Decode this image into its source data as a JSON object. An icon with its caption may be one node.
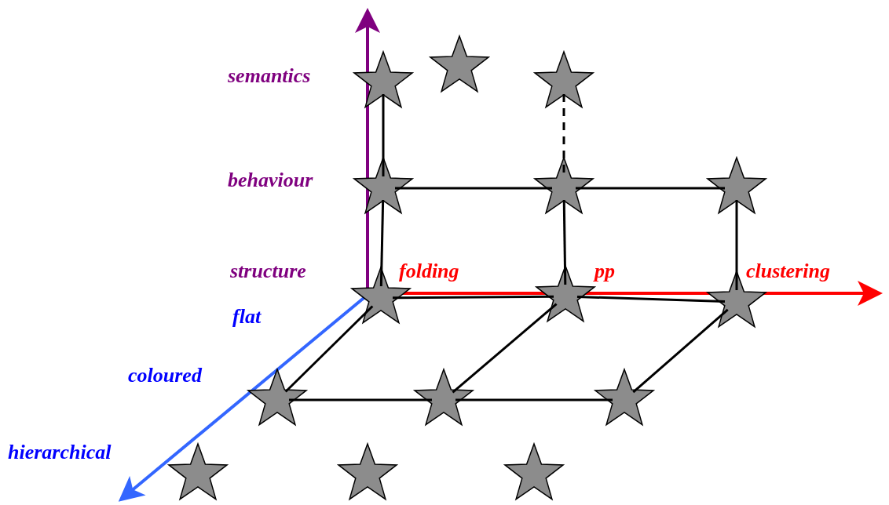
{
  "diagram": {
    "nodes": [
      {
        "text": [],
        "shape": "star"
      },
      {
        "text": [],
        "shape": "star"
      },
      {
        "text": [],
        "shape": "star"
      },
      {
        "text": [],
        "shape": "star"
      },
      {
        "text": [],
        "shape": "star"
      },
      {
        "text": [],
        "shape": "star"
      },
      {
        "text": [],
        "shape": "star"
      },
      {
        "text": [],
        "shape": "star"
      },
      {
        "text": [],
        "shape": "star"
      },
      {
        "text": [],
        "shape": "star"
      },
      {
        "text": [],
        "shape": "star"
      },
      {
        "text": [],
        "shape": "star"
      },
      {
        "text": [],
        "shape": "star"
      },
      {
        "text": [],
        "shape": "star"
      },
      {
        "text": [],
        "shape": "star"
      }
    ],
    "edges": [
      {
        "from": 0,
        "to": 3,
        "arrow": "none"
      },
      {
        "from": 2,
        "to": 4,
        "arrow": "none",
        "style": "dashed"
      },
      {
        "from": 3,
        "to": 4,
        "arrow": "none"
      },
      {
        "from": 4,
        "to": 5,
        "arrow": "none"
      },
      {
        "from": 3,
        "to": 6,
        "arrow": "none"
      },
      {
        "from": 4,
        "to": 7,
        "arrow": "none"
      },
      {
        "from": 5,
        "to": 8,
        "arrow": "none"
      },
      {
        "from": 6,
        "to": 7,
        "arrow": "none"
      },
      {
        "from": 7,
        "to": 8,
        "arrow": "none"
      },
      {
        "from": 6,
        "to": 9,
        "arrow": "none"
      },
      {
        "from": 7,
        "to": 10,
        "arrow": "none"
      },
      {
        "from": 8,
        "to": 11,
        "arrow": "none"
      },
      {
        "from": 9,
        "to": 10,
        "arrow": "none"
      },
      {
        "from": 10,
        "to": 11,
        "arrow": "none"
      }
    ],
    "labels": [
      "semantics",
      "behaviour",
      "structure",
      "folding",
      "pp",
      "clustering",
      "flat",
      "coloured",
      "hierarchical"
    ]
  }
}
